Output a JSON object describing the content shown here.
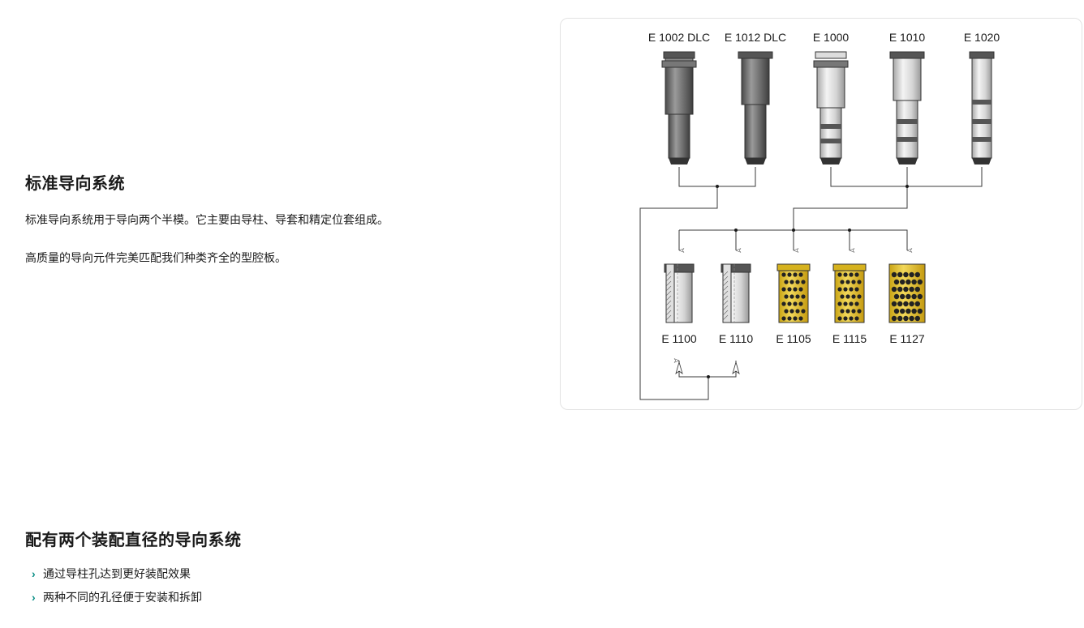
{
  "section1": {
    "title": "标准导向系统",
    "line1": "标准导向系统用于导向两个半模。它主要由导柱、导套和精定位套组成。",
    "line2": "高质量的导向元件完美匹配我们种类齐全的型腔板。"
  },
  "diagram": {
    "pillars": [
      {
        "label": "E 1002 DLC",
        "style": "dark"
      },
      {
        "label": "E 1012 DLC",
        "style": "dark"
      },
      {
        "label": "E 1000",
        "style": "light"
      },
      {
        "label": "E 1010",
        "style": "light"
      },
      {
        "label": "E 1020",
        "style": "light"
      }
    ],
    "bushings": [
      {
        "label": "E 1100",
        "style": "steel"
      },
      {
        "label": "E 1110",
        "style": "steel"
      },
      {
        "label": "E 1105",
        "style": "bronze"
      },
      {
        "label": "E 1115",
        "style": "bronze"
      },
      {
        "label": "E 1127",
        "style": "bronze"
      }
    ],
    "colors": {
      "steel": "#c9c9c9",
      "dark": "#6b6b6b",
      "bronze": "#e3c12a",
      "line": "#3a3a3a"
    }
  },
  "section2": {
    "title": "配有两个装配直径的导向系统",
    "bullets": [
      "通过导柱孔达到更好装配效果",
      "两种不同的孔径便于安装和拆卸"
    ]
  }
}
